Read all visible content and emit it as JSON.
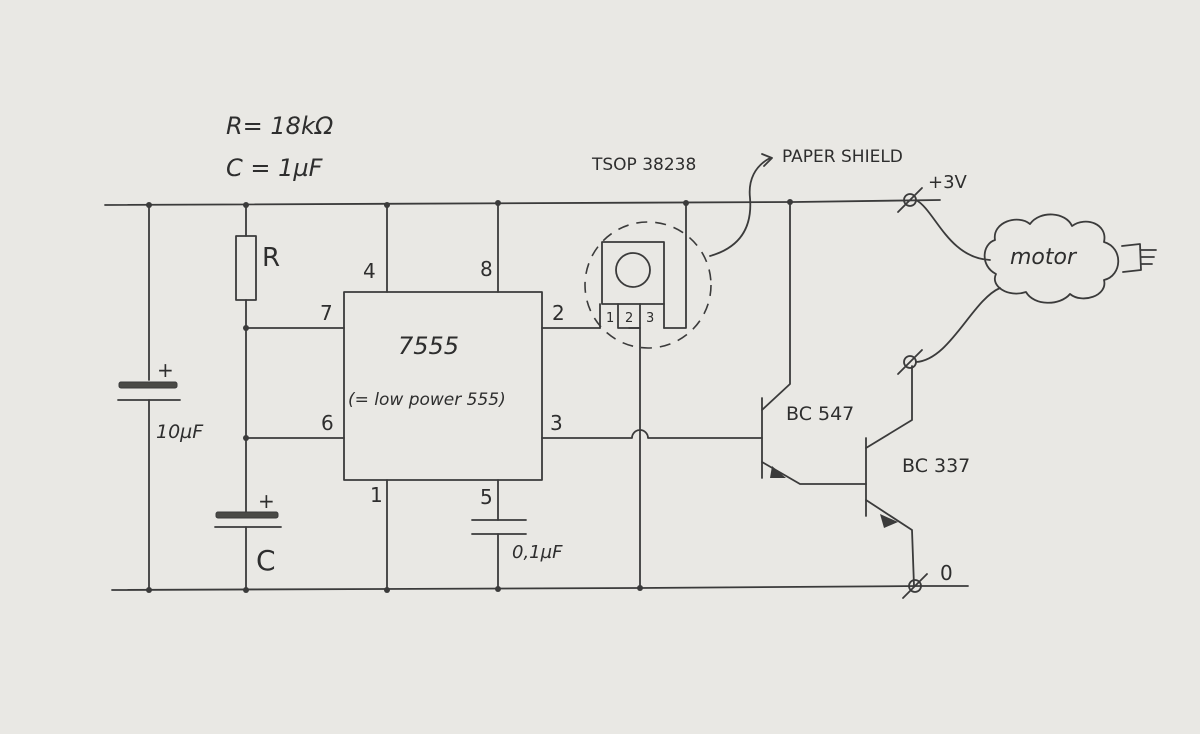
{
  "values": {
    "r": "R= 18kΩ",
    "c": "C = 1µF"
  },
  "components": {
    "ic_name": "7555",
    "ic_note": "(= low power 555)",
    "sensor": "TSOP 38238",
    "shield": "PAPER SHIELD",
    "supply": "+3V",
    "ground": "0",
    "motor": "motor",
    "t1": "BC 547",
    "t2": "BC 337",
    "c_big": "10µF",
    "c_big_plus": "+",
    "c_timing": "C",
    "c_timing_plus": "+",
    "c_small": "0,1µF",
    "resistor": "R"
  },
  "pins": {
    "p1": "1",
    "p2": "2",
    "p3": "3",
    "p4": "4",
    "p5": "5",
    "p6": "6",
    "p7": "7",
    "p8": "8",
    "s1": "1",
    "s2": "2",
    "s3": "3"
  }
}
